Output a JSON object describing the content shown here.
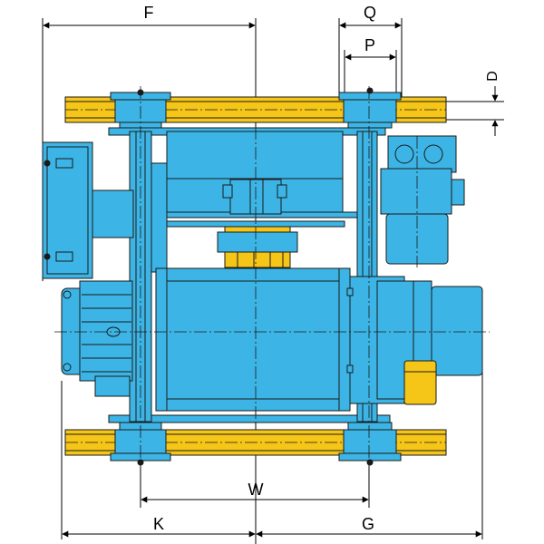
{
  "dimensions": {
    "F": "F",
    "Q": "Q",
    "P": "P",
    "D": "D",
    "W": "W",
    "K": "K",
    "G": "G"
  },
  "colors": {
    "body": "#3cb5e6",
    "beam": "#f5c518",
    "line": "#1a1a1a"
  }
}
